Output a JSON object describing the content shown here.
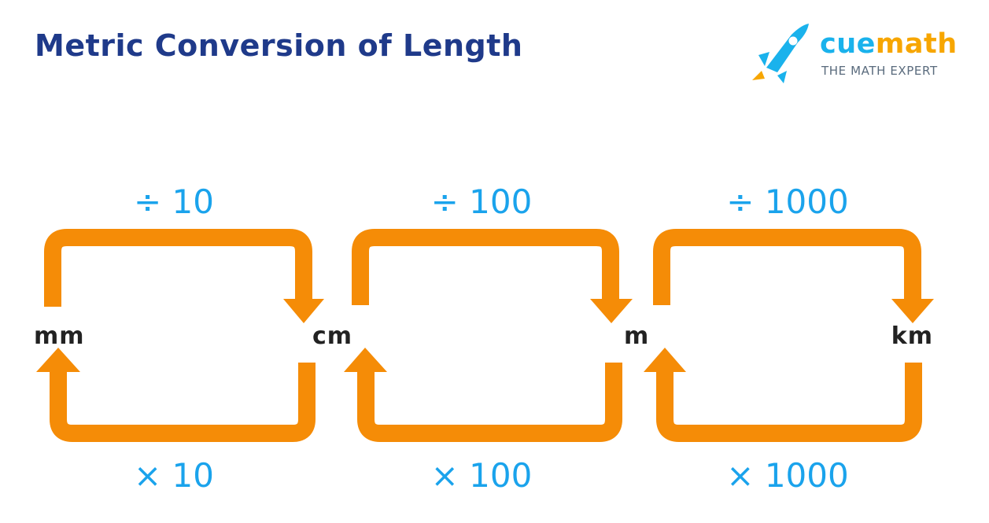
{
  "title": "Metric Conversion of Length",
  "logo": {
    "brand_part1": "cue",
    "brand_part2": "math",
    "tagline": "THE MATH EXPERT",
    "icon": "rocket-icon"
  },
  "colors": {
    "title": "#1f3a8a",
    "arrow": "#f58c07",
    "factor": "#1aa3ec",
    "unit": "#222222",
    "brand_blue": "#1ab2ec",
    "brand_orange": "#f7a600"
  },
  "units": [
    "mm",
    "cm",
    "m",
    "km"
  ],
  "conversions": [
    {
      "divide_label": "÷ 10",
      "multiply_label": "× 10"
    },
    {
      "divide_label": "÷ 100",
      "multiply_label": "× 100"
    },
    {
      "divide_label": "÷ 1000",
      "multiply_label": "× 1000"
    }
  ]
}
